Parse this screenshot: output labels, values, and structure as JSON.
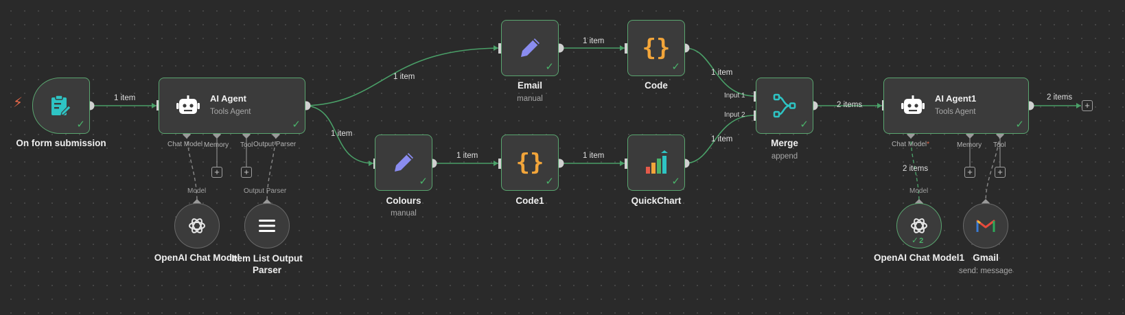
{
  "edge_labels": {
    "form_to_agent": "1 item",
    "agent_to_email": "1 item",
    "agent_to_colours": "1 item",
    "email_to_code": "1 item",
    "colours_to_code1": "1 item",
    "code1_to_quickchart": "1 item",
    "code_to_merge": "1 item",
    "quickchart_to_merge": "1 item",
    "merge_to_agent1": "2 items",
    "agent1_out": "2 items",
    "model1_to_agent1": "2 items"
  },
  "nodes": {
    "form_trigger": {
      "title": "On form submission",
      "icon": "form-icon"
    },
    "ai_agent": {
      "title": "AI Agent",
      "subtitle": "Tools Agent",
      "icon": "robot-icon",
      "ports": {
        "chat_model": "Chat Model",
        "memory": "Memory",
        "tool": "Tool",
        "output_parser": "Output Parser"
      }
    },
    "openai_chat_model": {
      "title": "OpenAI Chat Model",
      "port": "Model",
      "icon": "openai-icon"
    },
    "list_output_parser": {
      "title_line1": "Item List Output",
      "title_line2": "Parser",
      "port": "Output Parser",
      "icon": "list-icon"
    },
    "email": {
      "title": "Email",
      "subtitle": "manual",
      "icon": "pencil-icon"
    },
    "code": {
      "title": "Code",
      "icon": "braces-icon"
    },
    "colours": {
      "title": "Colours",
      "subtitle": "manual",
      "icon": "pencil-icon"
    },
    "code1": {
      "title": "Code1",
      "icon": "braces-icon"
    },
    "quickchart": {
      "title": "QuickChart",
      "icon": "bar-chart-icon"
    },
    "merge": {
      "title": "Merge",
      "subtitle": "append",
      "input1": "Input 1",
      "input2": "Input 2",
      "icon": "merge-icon"
    },
    "ai_agent1": {
      "title": "AI Agent1",
      "subtitle": "Tools Agent",
      "icon": "robot-icon",
      "ports": {
        "chat_model": "Chat Model",
        "required_mark": "*",
        "memory": "Memory",
        "tool": "Tool"
      }
    },
    "openai_chat_model1": {
      "title": "OpenAI Chat Model1",
      "port": "Model",
      "run_count": "2",
      "icon": "openai-icon"
    },
    "gmail": {
      "title": "Gmail",
      "subtitle": "send: message",
      "icon": "gmail-icon"
    }
  },
  "colors": {
    "success": "#4ab36a",
    "edge": "#4aa068",
    "trigger": "#e8694a",
    "teal": "#2ec4c4",
    "pencil": "#8a8cf0",
    "braces": "#f2a53a"
  }
}
